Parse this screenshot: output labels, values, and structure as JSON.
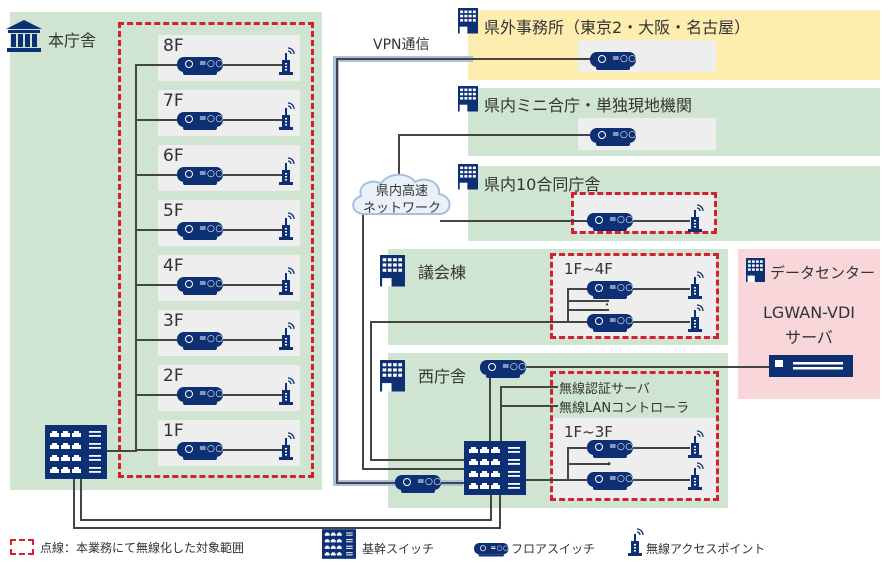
{
  "title": "無線LANネットワーク構成図",
  "colors": {
    "navy": "#0d2f73",
    "dashed_red": "#d42030",
    "green_zone": "#cfe4d1",
    "yellow_zone": "#fdeeb0",
    "pink_zone": "#f8d6d9",
    "vpn_line": "#a9bfe0"
  },
  "honchosha": {
    "name": "本庁舎",
    "icon": "government-building-icon",
    "floors": [
      "8F",
      "7F",
      "6F",
      "5F",
      "4F",
      "3F",
      "2F",
      "1F"
    ]
  },
  "vpn": {
    "label": "VPN通信"
  },
  "cloud": {
    "line1": "県内高速",
    "line2": "ネットワーク"
  },
  "kengai": {
    "name": "県外事務所（東京2・大阪・名古屋）",
    "icon": "office-building-icon"
  },
  "kennai_mini": {
    "name": "県内ミニ合庁・単独現地機関",
    "icon": "office-building-icon"
  },
  "kennai_10": {
    "name": "県内10合同庁舎",
    "icon": "office-building-icon"
  },
  "gikaito": {
    "name": "議会棟",
    "floors_label": "1F~4F",
    "ellipsis": "："
  },
  "nishichosha": {
    "name": "西庁舎",
    "auth_server": "無線認証サーバ",
    "lan_controller": "無線LANコントローラ",
    "floors_label": "1F~3F",
    "ellipsis": "・"
  },
  "datacenter": {
    "name": "データセンター",
    "server_line1": "LGWAN-VDI",
    "server_line2": "サーバ"
  },
  "legend": {
    "dashed": "点線：本業務にて無線化した対象範囲",
    "core_switch": "基幹スイッチ",
    "floor_switch": "フロアスイッチ",
    "access_point": "無線アクセスポイント"
  }
}
